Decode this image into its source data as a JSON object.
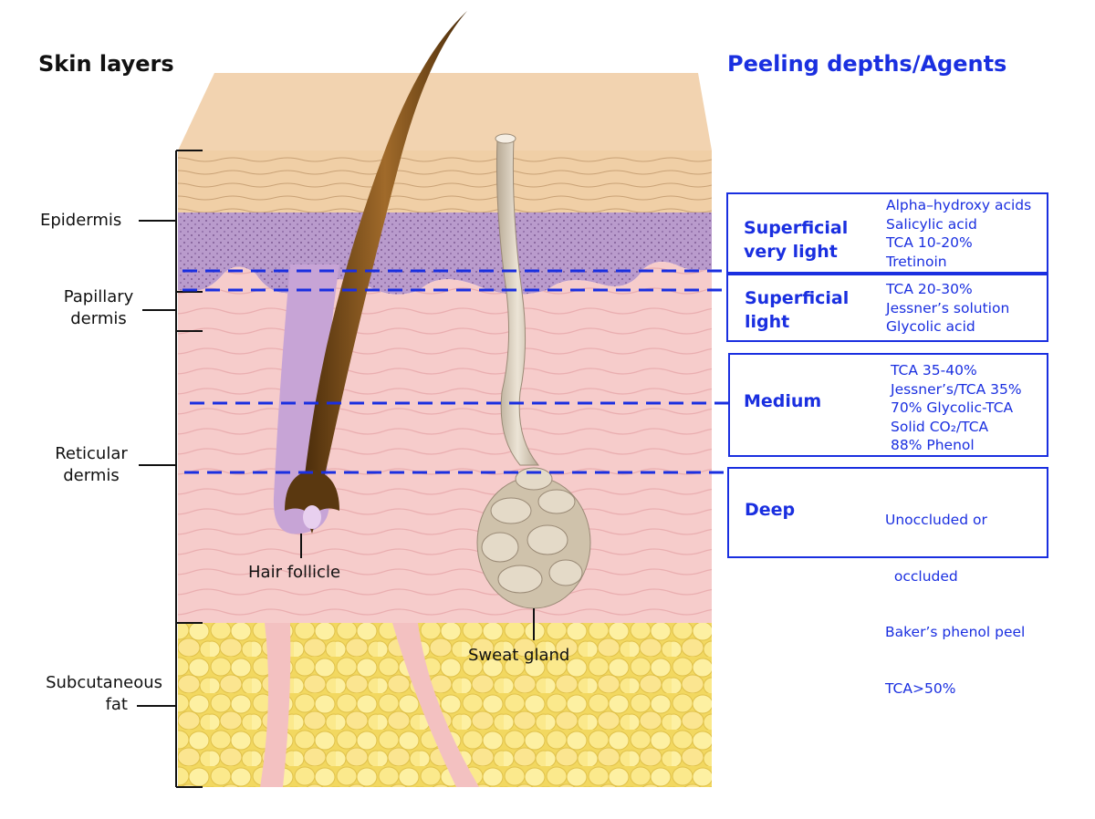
{
  "titles": {
    "left": "Skin layers",
    "right": "Peeling depths/Agents"
  },
  "layers": {
    "epidermis": "Epidermis",
    "papillary": [
      "Papillary",
      "dermis"
    ],
    "reticular": [
      "Reticular",
      "dermis"
    ],
    "subcutaneous": [
      "Subcutaneous",
      "fat"
    ]
  },
  "structures": {
    "hair_follicle": "Hair follicle",
    "sweat_gland": "Sweat gland"
  },
  "peels": [
    {
      "name": [
        "Superficial",
        "very light"
      ],
      "agents": [
        "Alpha–hydroxy acids",
        "Salicylic acid",
        "TCA 10-20%",
        "Tretinoin"
      ]
    },
    {
      "name": [
        "Superficial",
        "light"
      ],
      "agents": [
        "TCA 20-30%",
        "Jessner’s solution",
        "Glycolic acid"
      ]
    },
    {
      "name": [
        "Medium"
      ],
      "agents": [
        "TCA 35-40%",
        "Jessner’s/TCA 35%",
        "70% Glycolic-TCA",
        "Solid CO₂/TCA",
        "88% Phenol"
      ]
    },
    {
      "name": [
        "Deep"
      ],
      "agents": [
        "Unoccluded or",
        "  occluded",
        "Baker’s phenol peel",
        "TCA>50%"
      ]
    }
  ],
  "colors": {
    "accent_blue": "#1a2fe0",
    "epidermis_top": "#f3d2ad",
    "epidermis_basal": "#b89ac9",
    "dermis": "#f5c9c8",
    "fat": "#f5e07a",
    "hair": "#6b4416"
  }
}
